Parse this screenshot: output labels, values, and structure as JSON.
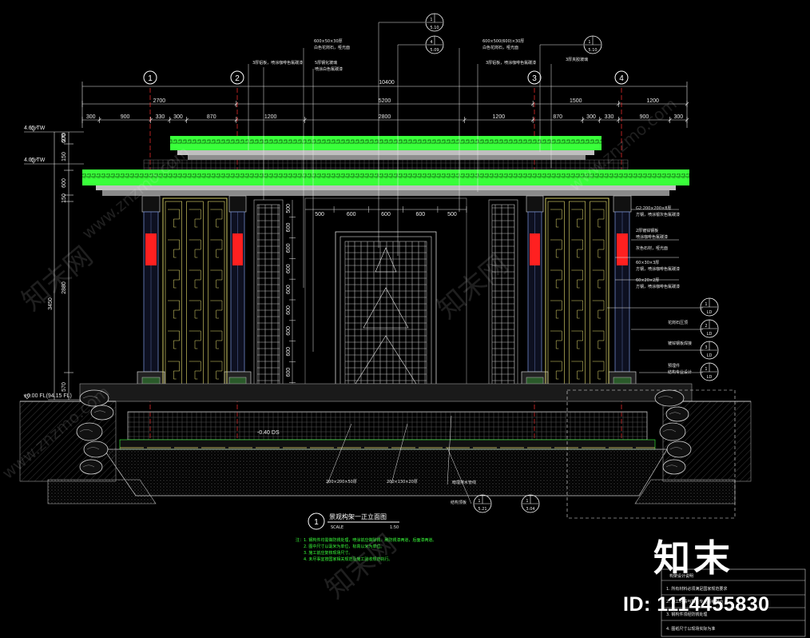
{
  "colors": {
    "background": "#000000",
    "green": "#39ff3a",
    "yellow": "#e8e070",
    "red": "#ff2020",
    "white": "#ffffff",
    "dim": "#e8e8e8"
  },
  "axis_markers": [
    "1",
    "2",
    "3",
    "4"
  ],
  "dims": {
    "overall": "10400",
    "upper": [
      "2700",
      "5200",
      "1500",
      "1200"
    ],
    "lower": [
      "300",
      "900",
      "330",
      "300",
      "870",
      "1200",
      "2800",
      "1200",
      "870",
      "300",
      "330",
      "900",
      "300"
    ],
    "window": [
      "500",
      "600",
      "600",
      "600",
      "500"
    ],
    "pillar_vert": [
      "500",
      "600",
      "600",
      "600",
      "600",
      "600",
      "600",
      "600",
      "600",
      "500"
    ],
    "left_vert": [
      "600",
      "150",
      "600",
      "150",
      "2880",
      "570",
      "270"
    ],
    "left_total": "3450"
  },
  "levels": {
    "top": "4.65 TW",
    "mid": "4.05 TW",
    "floor": "±0.00 FL(94.15 FL)",
    "basin": "-0.40 DS"
  },
  "top_callouts": [
    {
      "spec": "600×50×30厚",
      "text": "白色花岗石，哑光面"
    },
    {
      "spec": "600×500(600)×30厚",
      "text": "白色花岗石，哑光面"
    }
  ],
  "top_labels": [
    "3厚铝板，喷涂咖啡色氟碳漆",
    "5厚钢化玻璃",
    "喷涂白色氟碳漆",
    "3厚铝板，喷涂咖啡色氟碳漆",
    "3厚夹胶玻璃"
  ],
  "right_labels": [
    "G2:200×200×8厚",
    "方钢，喷涂银灰色氟碳漆",
    "2厚镀锌钢板",
    "喷涂咖啡色氟碳漆",
    "灰色石材，哑光面",
    "60×30×3厚",
    "方钢，喷涂咖啡色氟碳漆",
    "60×20×2厚",
    "方钢，喷涂咖啡色氟碳漆",
    "花岗石压顶",
    "镀锌钢板焊接",
    "预埋件",
    "结构专业设计"
  ],
  "ref_bubbles": [
    {
      "top": "1",
      "bottom": "5.10"
    },
    {
      "top": "4",
      "bottom": "5.09"
    },
    {
      "top": "1",
      "bottom": "5.10"
    },
    {
      "top": "1",
      "bottom": "LD"
    },
    {
      "top": "2",
      "bottom": "LD"
    },
    {
      "top": "3",
      "bottom": "LD"
    },
    {
      "top": "1",
      "bottom": "LD"
    },
    {
      "top": "1",
      "bottom": "5.21"
    },
    {
      "top": "1",
      "bottom": "3.04"
    }
  ],
  "bottom_labels": [
    "200×200×50厚",
    "200×130×20厚",
    "暗埋排水管线",
    "结构顶板"
  ],
  "title": {
    "num": "1",
    "name": "景观构架一正立面图",
    "scale_label": "SCALE",
    "scale": "1:50"
  },
  "notes": [
    "注：1. 钢构件均需做防锈处理，喷涂前应做除锈、刷防锈漆两道，后面漆两道。",
    "2. 图中尺寸以毫米为单位，标高以米为单位。",
    "3. 施工前应复核现场尺寸。",
    "4. 未尽事宜按国家相关规范及施工验收规范执行。"
  ],
  "titleblock": {
    "header": "构架设计说明",
    "rows": [
      "1. 所有材料必须满足国家规范要求",
      "2. 施工时请与相关专业图纸配合",
      "3. 钢构件须经防锈处理",
      "4. 图纸尺寸以现场实际为准"
    ]
  },
  "watermarks": {
    "brand": "知末",
    "net": "知末网",
    "url": "www.znzmo.com",
    "id_text": "ID: 1114455830"
  }
}
